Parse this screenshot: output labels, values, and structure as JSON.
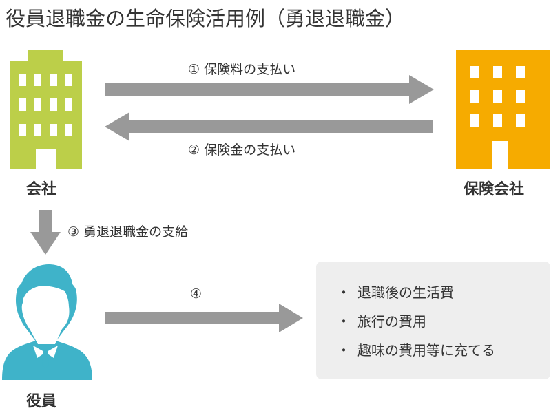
{
  "title": "役員退職金の生命保険活用例（勇退退職金）",
  "entities": {
    "company": "会社",
    "insurer": "保険会社",
    "officer": "役員"
  },
  "steps": [
    "① 保険料の支払い",
    "② 保険金の支払い",
    "③ 勇退退職金の支給",
    "④"
  ],
  "uses": {
    "bullet": "・",
    "items": [
      "退職後の生活費",
      "旅行の費用",
      "趣味の費用等に充てる"
    ]
  },
  "colors": {
    "company": "#bccf49",
    "insurer": "#f6ab00",
    "officer": "#3fb3c9",
    "arrow": "#999999",
    "box": "#eeeeee"
  }
}
